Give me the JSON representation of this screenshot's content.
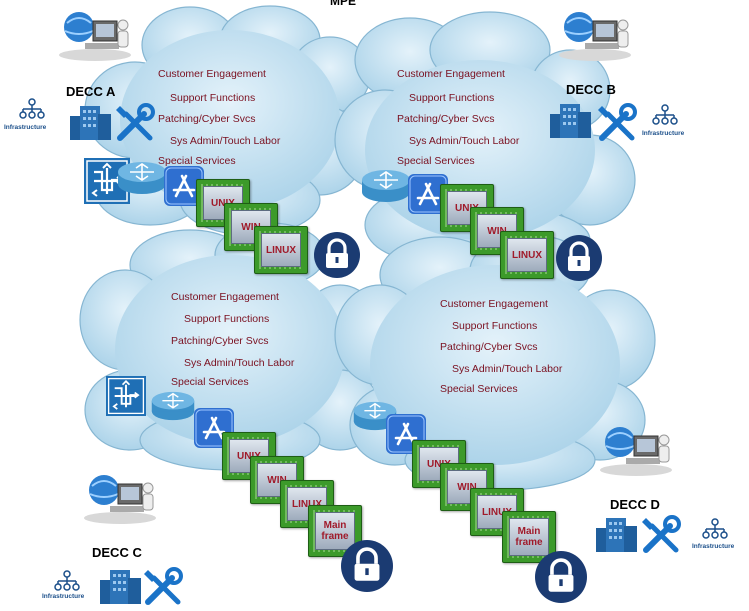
{
  "title": "MPE",
  "deccs": [
    {
      "name": "DECC A",
      "infrastructure": "Infrastructure",
      "services": [
        "Customer Engagement",
        "Support Functions",
        "Patching/Cyber Svcs",
        "Sys Admin/Touch Labor",
        "Special Services"
      ],
      "platforms": [
        "UNIX",
        "WIN",
        "LINUX"
      ]
    },
    {
      "name": "DECC B",
      "infrastructure": "Infrastructure",
      "services": [
        "Customer Engagement",
        "Support Functions",
        "Patching/Cyber Svcs",
        "Sys Admin/Touch Labor",
        "Special Services"
      ],
      "platforms": [
        "UNIX",
        "WIN",
        "LINUX"
      ]
    },
    {
      "name": "DECC C",
      "infrastructure": "Infrastructure",
      "services": [
        "Customer Engagement",
        "Support Functions",
        "Patching/Cyber Svcs",
        "Sys Admin/Touch Labor",
        "Special Services"
      ],
      "platforms": [
        "UNIX",
        "WIN",
        "LINUX",
        "Main frame"
      ]
    },
    {
      "name": "DECC D",
      "infrastructure": "Infrastructure",
      "services": [
        "Customer Engagement",
        "Support Functions",
        "Patching/Cyber Svcs",
        "Sys Admin/Touch Labor",
        "Special Services"
      ],
      "platforms": [
        "UNIX",
        "WIN",
        "LINUX",
        "Main frame"
      ]
    }
  ],
  "icons": [
    "computer-user-icon",
    "building-icon",
    "tools-icon",
    "infrastructure-icon",
    "router-icon",
    "switch-icon",
    "app-store-icon",
    "chip-icon",
    "lock-icon"
  ],
  "colors": {
    "cloud": "#b9dcef",
    "cloud_edge": "#7fb2cf",
    "service_text": "#7a1020",
    "chip_green": "#3c9a2a",
    "chip_label": "#a01a2a",
    "lock": "#1b3b72",
    "building": "#1f5e9c",
    "tools": "#1a73c8"
  }
}
